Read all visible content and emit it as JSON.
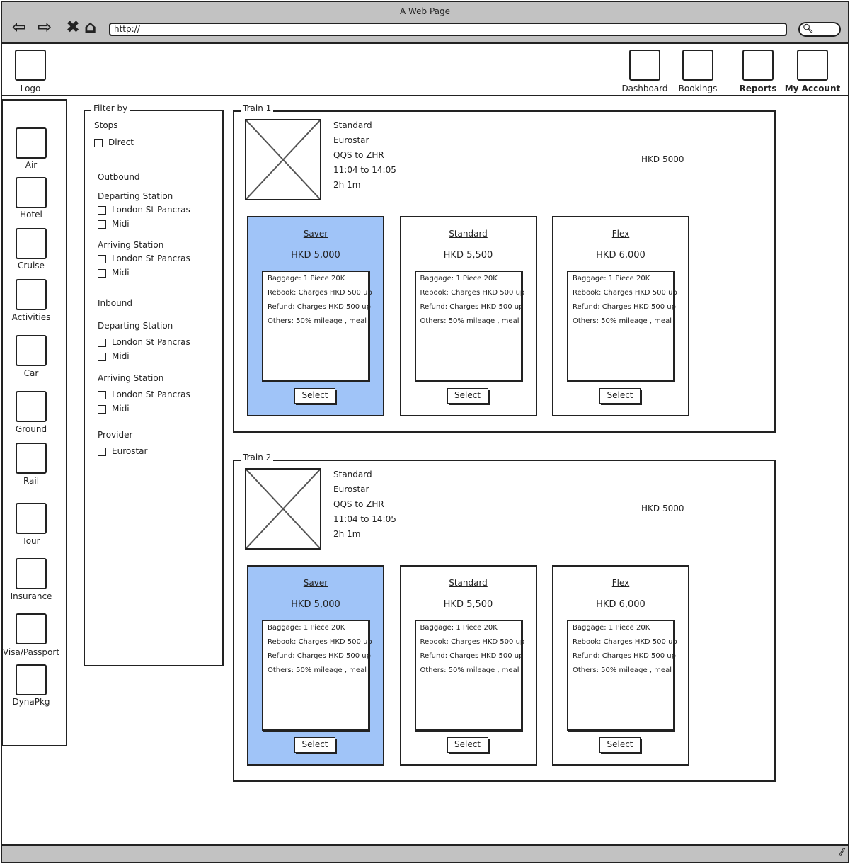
{
  "browser": {
    "title": "A Web Page",
    "url": "http://"
  },
  "header": {
    "logo": "Logo",
    "nav": [
      "Dashboard",
      "Bookings",
      "Reports",
      "My Account"
    ]
  },
  "sidebar": [
    "Air",
    "Hotel",
    "Cruise",
    "Activities",
    "Car",
    "Ground",
    "Rail",
    "Tour",
    "Insurance",
    "Visa/Passport",
    "DynaPkg"
  ],
  "filter": {
    "title": "Filter by",
    "items": [
      {
        "type": "label",
        "text": "Stops"
      },
      {
        "type": "check",
        "text": "Direct"
      },
      {
        "type": "heading",
        "text": "Outbound"
      },
      {
        "type": "label",
        "text": "Departing Station"
      },
      {
        "type": "check",
        "text": "London St Pancras"
      },
      {
        "type": "check",
        "text": "Midi"
      },
      {
        "type": "label",
        "text": "Arriving Station"
      },
      {
        "type": "check",
        "text": "London St Pancras"
      },
      {
        "type": "check",
        "text": "Midi"
      },
      {
        "type": "heading",
        "text": "Inbound"
      },
      {
        "type": "label",
        "text": "Departing Station"
      },
      {
        "type": "check",
        "text": "London St Pancras"
      },
      {
        "type": "check",
        "text": "Midi"
      },
      {
        "type": "label",
        "text": "Arriving Station"
      },
      {
        "type": "check",
        "text": "London St Pancras"
      },
      {
        "type": "check",
        "text": "Midi"
      },
      {
        "type": "label",
        "text": "Provider"
      },
      {
        "type": "check",
        "text": "Eurostar"
      }
    ]
  },
  "trains": [
    {
      "title": "Train 1",
      "info": [
        "Standard",
        "Eurostar",
        "QQS to ZHR",
        "11:04 to 14:05",
        "2h 1m"
      ],
      "price": "HKD 5000",
      "fares": [
        {
          "name": "Saver",
          "price": "HKD 5,000",
          "selected": true,
          "details": [
            "Baggage: 1 Piece 20K",
            "Rebook: Charges HKD 500 up",
            "Refund: Charges HKD 500 up",
            "Others:  50% mileage , meal"
          ],
          "button": "Select"
        },
        {
          "name": "Standard",
          "price": "HKD 5,500",
          "selected": false,
          "details": [
            "Baggage: 1 Piece 20K",
            "Rebook: Charges HKD 500 up",
            "Refund: Charges HKD 500 up",
            "Others:  50% mileage , meal"
          ],
          "button": "Select"
        },
        {
          "name": "Flex",
          "price": "HKD 6,000",
          "selected": false,
          "details": [
            "Baggage: 1 Piece 20K",
            "Rebook: Charges HKD 500 up",
            "Refund: Charges HKD 500 up",
            "Others:  50% mileage , meal"
          ],
          "button": "Select"
        }
      ]
    },
    {
      "title": "Train 2",
      "info": [
        "Standard",
        "Eurostar",
        "QQS to ZHR",
        "11:04 to 14:05",
        "2h 1m"
      ],
      "price": "HKD 5000",
      "fares": [
        {
          "name": "Saver",
          "price": "HKD 5,000",
          "selected": true,
          "details": [
            "Baggage: 1 Piece 20K",
            "Rebook: Charges HKD 500 up",
            "Refund: Charges HKD 500 up",
            "Others:  50% mileage , meal"
          ],
          "button": "Select"
        },
        {
          "name": "Standard",
          "price": "HKD 5,500",
          "selected": false,
          "details": [
            "Baggage: 1 Piece 20K",
            "Rebook: Charges HKD 500 up",
            "Refund: Charges HKD 500 up",
            "Others:  50% mileage , meal"
          ],
          "button": "Select"
        },
        {
          "name": "Flex",
          "price": "HKD 6,000",
          "selected": false,
          "details": [
            "Baggage: 1 Piece 20K",
            "Rebook: Charges HKD 500 up",
            "Refund: Charges HKD 500 up",
            "Others:  50% mileage , meal"
          ],
          "button": "Select"
        }
      ]
    }
  ],
  "colors": {
    "selected_fare": "#a0c4f8",
    "chrome": "#c2c2c2"
  }
}
